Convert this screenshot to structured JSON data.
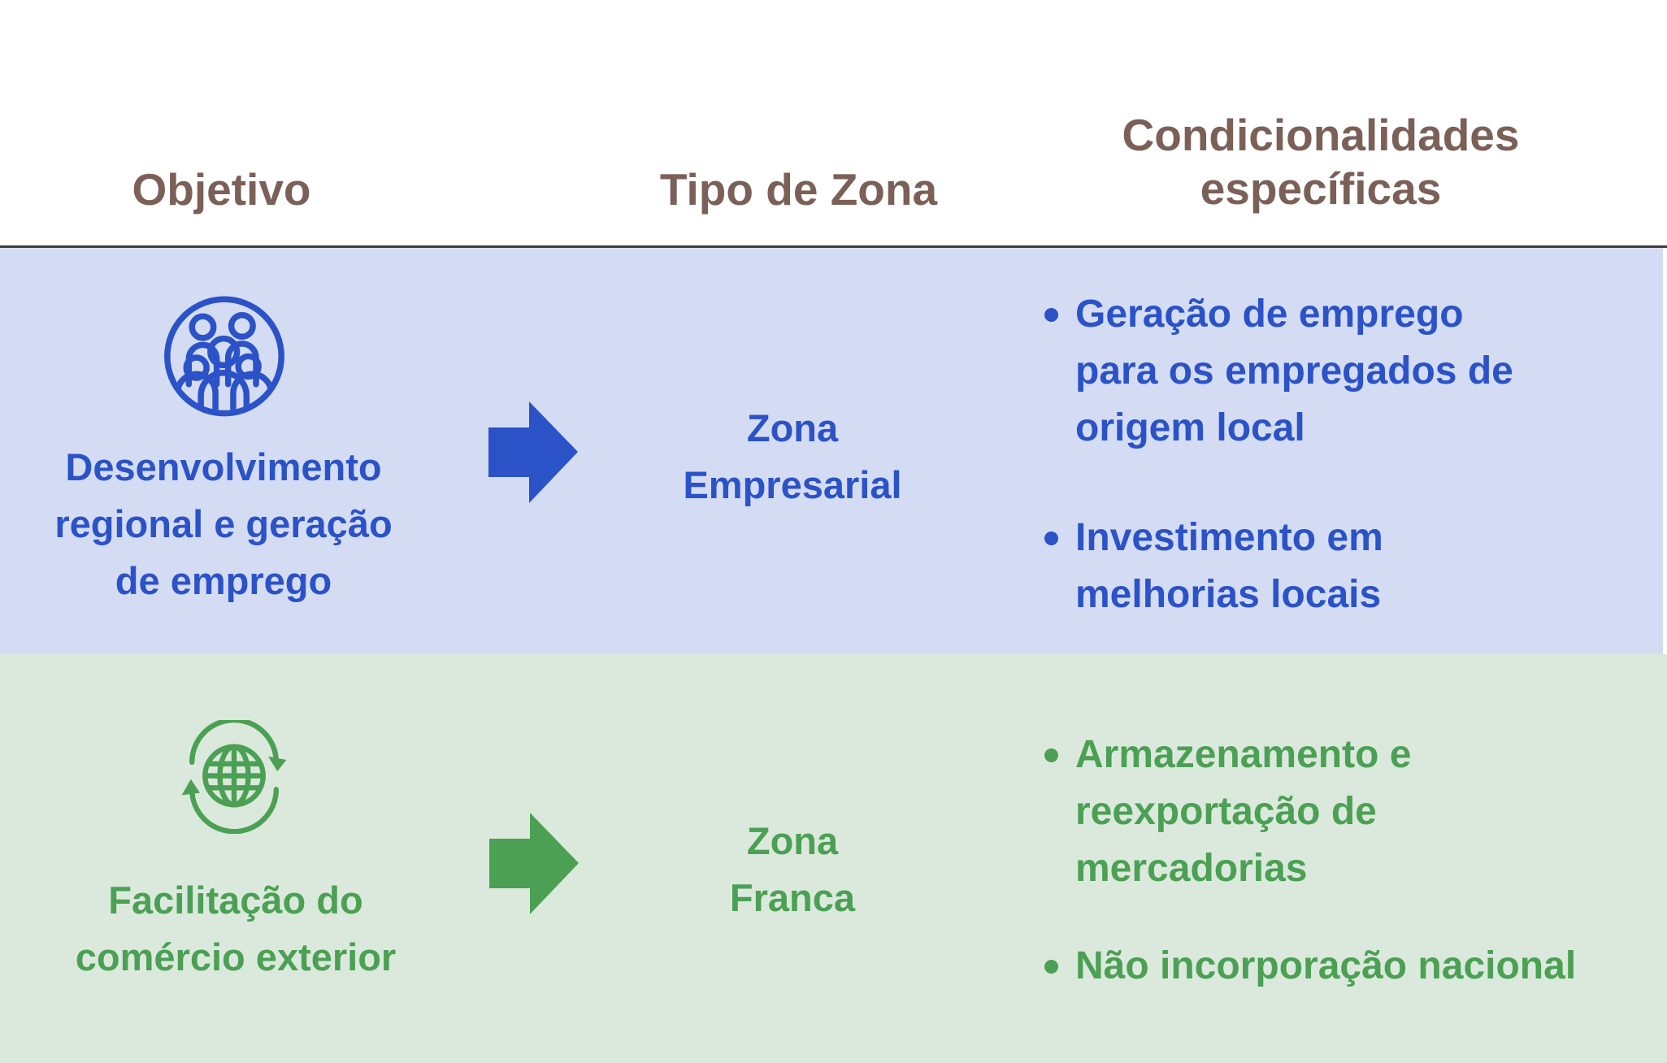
{
  "header": {
    "color": "#7B6057",
    "columns": [
      {
        "label": "Objetivo"
      },
      {
        "label": "Tipo de Zona"
      },
      {
        "label": "Condicionalidades\nespecíficas"
      }
    ]
  },
  "divider_color": "#3C3C3C",
  "rows": [
    {
      "name": "zona-empresarial",
      "background": "#D4DCF4",
      "accent": "#2B52C7",
      "icon": "people-group-icon",
      "objective": "Desenvolvimento\nregional e geração\nde emprego",
      "zone": "Zona\nEmpresarial",
      "conditions": [
        "Geração de emprego\npara os empregados de\norigem local",
        "Investimento em\nmelhorias locais"
      ]
    },
    {
      "name": "zona-franca",
      "background": "#DBE9DD",
      "accent": "#4BA054",
      "icon": "globe-cycle-icon",
      "objective": "Facilitação do\ncomércio exterior",
      "zone": "Zona\nFranca",
      "conditions": [
        "Armazenamento e\nreexportação de\nmercadorias",
        "Não incorporação nacional"
      ]
    }
  ]
}
